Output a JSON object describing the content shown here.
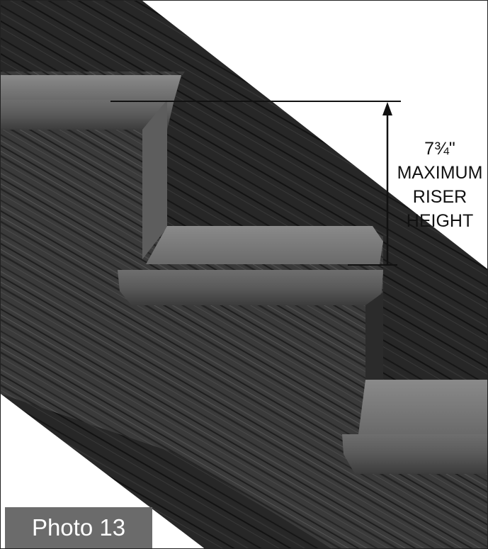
{
  "measurement": {
    "value": "7¾\"",
    "line1": "MAXIMUM",
    "line2": "RISER",
    "line3": "HEIGHT"
  },
  "caption": "Photo 13",
  "colors": {
    "wood_dark": "#2e2e2e",
    "wood_mid": "#4a4a4a",
    "tread_top": "#7d7d7d",
    "caption_bg": "#6b6b6b"
  }
}
